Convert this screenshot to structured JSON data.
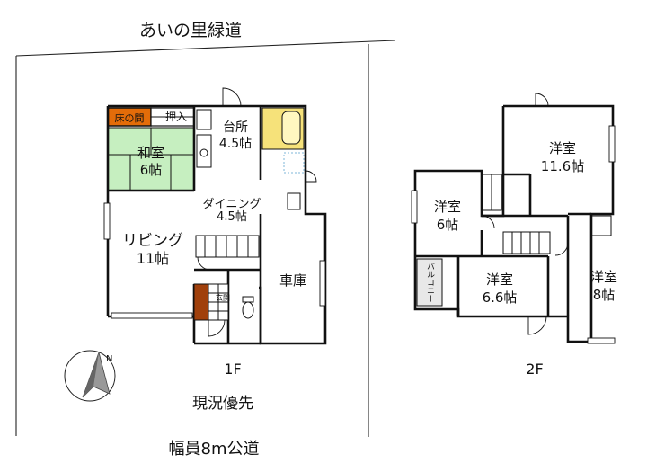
{
  "labels": {
    "top_road": "あいの里緑道",
    "bottom_road": "幅員8m公道",
    "floor1": "1F",
    "floor2": "2F",
    "note": "現況優先",
    "north": "N"
  },
  "rooms_1f": {
    "tokonoma": "床の間",
    "oshiire": "押入",
    "washitsu_name": "和室",
    "washitsu_size": "6帖",
    "kitchen_name": "台所",
    "kitchen_size": "4.5帖",
    "dining_name": "ダイニング",
    "dining_size": "4.5帖",
    "living_name": "リビング",
    "living_size": "11帖",
    "genkan": "玄関",
    "garage": "車庫"
  },
  "rooms_2f": {
    "room_a_name": "洋室",
    "room_a_size": "11.6帖",
    "room_b_name": "洋室",
    "room_b_size": "6帖",
    "room_c_name": "洋室",
    "room_c_size": "6.6帖",
    "room_d_name": "洋室",
    "room_d_size": "8帖",
    "balcony": "バルコニー"
  },
  "colors": {
    "tokonoma": "#e36c09",
    "tatami": "#c6efc0",
    "genkan": "#a0400c",
    "bath": "#f6e27a",
    "wall": "#111111"
  }
}
